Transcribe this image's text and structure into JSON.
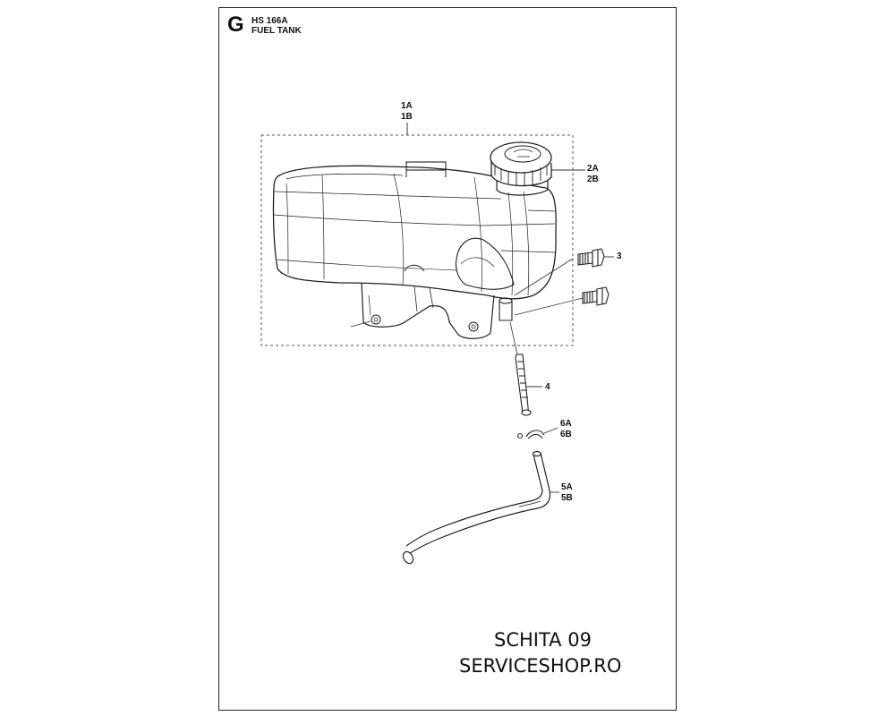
{
  "header": {
    "section_letter": "G",
    "model": "HS 166A",
    "section_title": "FUEL TANK"
  },
  "callouts": {
    "tank": [
      "1A",
      "1B"
    ],
    "cap": [
      "2A",
      "2B"
    ],
    "screw": "3",
    "filter": "4",
    "clamp": [
      "6A",
      "6B"
    ],
    "hose": [
      "5A",
      "5B"
    ]
  },
  "footer": {
    "line1": "SCHITA 09",
    "line2": "SERVICESHOP.RO"
  }
}
